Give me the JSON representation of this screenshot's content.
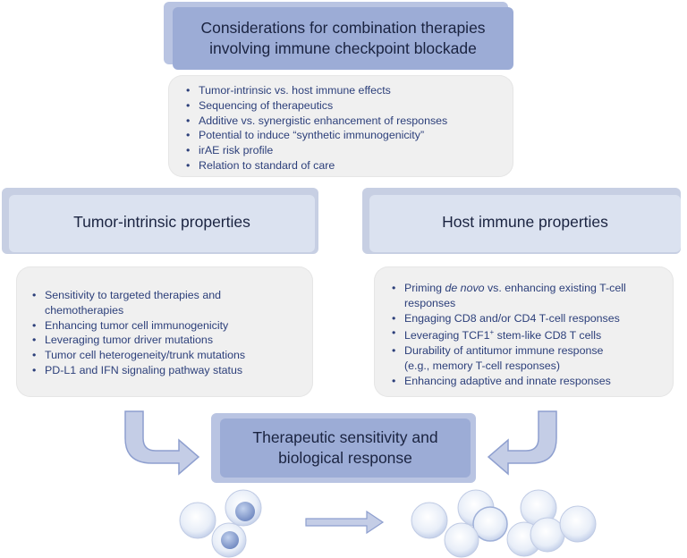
{
  "header": {
    "title_line1": "Considerations for combination therapies",
    "title_line2": "involving immune checkpoint blockade"
  },
  "considerations": [
    "Tumor-intrinsic vs. host immune effects",
    "Sequencing of therapeutics",
    "Additive vs. synergistic enhancement of responses",
    "Potential to induce “synthetic immunogenicity”",
    "irAE risk profile",
    "Relation to standard of care"
  ],
  "left": {
    "title": "Tumor-intrinsic properties",
    "items": [
      {
        "line1": "Sensitivity to targeted therapies and",
        "line2": "chemotherapies"
      },
      {
        "line1": "Enhancing tumor cell immunogenicity"
      },
      {
        "line1": "Leveraging tumor driver mutations"
      },
      {
        "line1": "Tumor cell heterogeneity/trunk mutations"
      },
      {
        "line1": "PD-L1 and IFN signaling pathway status"
      }
    ]
  },
  "right": {
    "title": "Host immune properties",
    "items": [
      {
        "pre": "Priming ",
        "em": "de novo",
        "post": " vs. enhancing existing T-cell",
        "line2": "responses"
      },
      {
        "line1": "Engaging CD8 and/or CD4 T-cell responses"
      },
      {
        "pre": "Leveraging TCF1",
        "sup": "+",
        "post": " stem-like CD8 T cells"
      },
      {
        "line1": "Durability of antitumor immune response",
        "line2": "(e.g., memory T-cell responses)"
      },
      {
        "line1": "Enhancing adaptive and innate responses"
      }
    ]
  },
  "outcome": {
    "line1": "Therapeutic sensitivity and",
    "line2": "biological response"
  },
  "colors": {
    "arrow_fill": "#c4cde6",
    "arrow_stroke": "#8e9fcf",
    "cell_light": "#e3eaf6",
    "cell_dark": "#7a93c8"
  }
}
